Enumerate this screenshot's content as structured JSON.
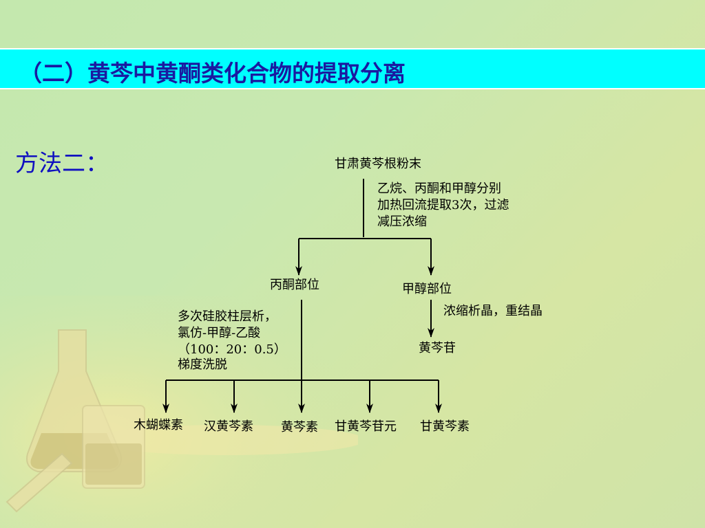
{
  "slide": {
    "title": "（二）黄芩中黄酮类化合物的提取分离",
    "method_label": "方法二："
  },
  "flowchart": {
    "start": "甘肃黄芩根粉末",
    "step1_lines": [
      "乙烷、丙酮和甲醇分别",
      "加热回流提取3次，过滤",
      "减压浓缩"
    ],
    "branch_acetone": "丙酮部位",
    "branch_methanol": "甲醇部位",
    "acetone_process_lines": [
      "多次硅胶柱层析，",
      "氯仿-甲醇-乙酸",
      "（100：20：0.5）",
      "梯度洗脱"
    ],
    "methanol_process": "浓缩析晶，重结晶",
    "methanol_product": "黄芩苷",
    "products": [
      "木蝴蝶素",
      "汉黄芩素",
      "黄芩素",
      "甘黄芩苷元",
      "甘黄芩素"
    ]
  }
}
